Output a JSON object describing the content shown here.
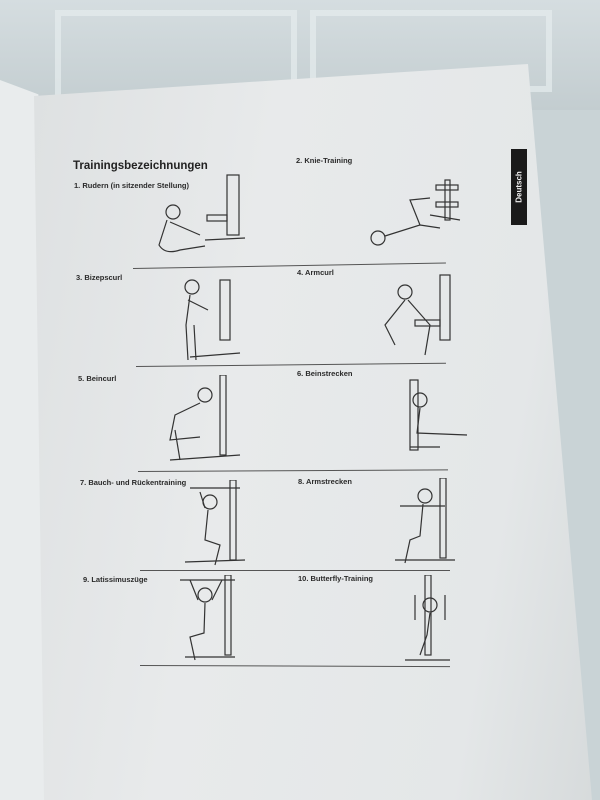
{
  "page": {
    "title": "Trainingsbezeichnungen",
    "language_tab": "Deutsch",
    "exercises": [
      {
        "label": "1. Rudern (in sitzender Stellung)"
      },
      {
        "label": "2. Knie-Training"
      },
      {
        "label": "3. Bizepscurl"
      },
      {
        "label": "4. Armcurl"
      },
      {
        "label": "5. Beincurl"
      },
      {
        "label": "6. Beinstrecken"
      },
      {
        "label": "7. Bauch- und Rückentraining"
      },
      {
        "label": "8. Armstrecken"
      },
      {
        "label": "9. Latissimuszüge"
      },
      {
        "label": "10. Butterfly-Training"
      }
    ]
  }
}
